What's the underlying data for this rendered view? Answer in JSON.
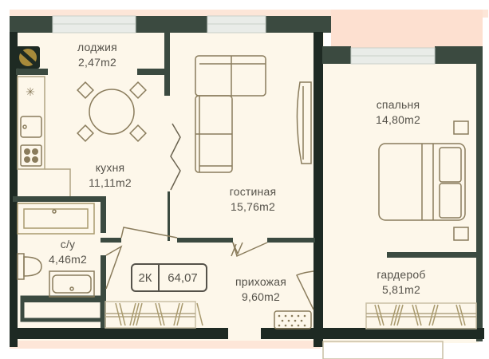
{
  "colors": {
    "background": "#ffffff",
    "floor": "#fdf7ea",
    "wall": "#3b4a40",
    "wall_dark": "#1e2a23",
    "balcony_pad": "#fde0d0",
    "furniture_line": "#8a7c5c",
    "text": "#55524a"
  },
  "apartment": {
    "rooms_label": "2К",
    "total_area": "64,07"
  },
  "rooms": [
    {
      "id": "loggia",
      "name": "лоджия",
      "area": "2,47m2"
    },
    {
      "id": "kitchen",
      "name": "кухня",
      "area": "11,11m2"
    },
    {
      "id": "living",
      "name": "гостиная",
      "area": "15,76m2"
    },
    {
      "id": "bedroom",
      "name": "спальня",
      "area": "14,80m2"
    },
    {
      "id": "bathroom",
      "name": "с/у",
      "area": "4,46m2"
    },
    {
      "id": "hallway",
      "name": "прихожая",
      "area": "9,60m2"
    },
    {
      "id": "wardrobe",
      "name": "гардероб",
      "area": "5,81m2"
    }
  ]
}
